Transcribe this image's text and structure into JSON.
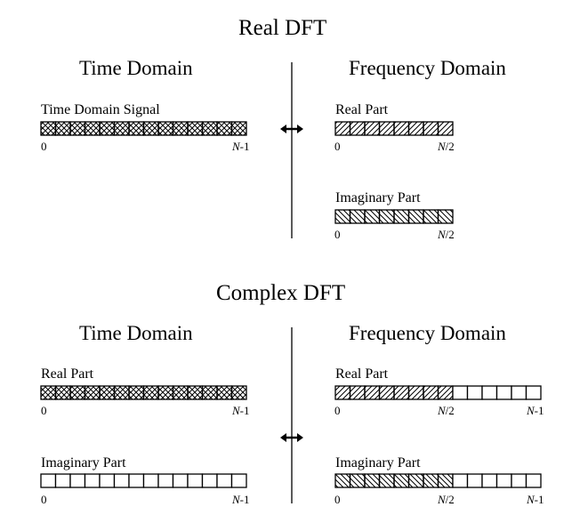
{
  "real_dft": {
    "title": "Real DFT",
    "time_heading": "Time Domain",
    "freq_heading": "Frequency Domain",
    "time_signal": {
      "label": "Time Domain Signal",
      "start": "0",
      "end_var": "N",
      "end_suffix": "-1",
      "cells": 14,
      "hatched": 14,
      "pattern": "crosshatch"
    },
    "freq_real": {
      "label": "Real Part",
      "start": "0",
      "end_var": "N",
      "end_suffix": "/2",
      "cells": 8,
      "hatched": 8,
      "pattern": "diagonal-right"
    },
    "freq_imag": {
      "label": "Imaginary Part",
      "start": "0",
      "end_var": "N",
      "end_suffix": "/2",
      "cells": 8,
      "hatched": 8,
      "pattern": "diagonal-left"
    }
  },
  "complex_dft": {
    "title": "Complex DFT",
    "time_heading": "Time Domain",
    "freq_heading": "Frequency Domain",
    "time_real": {
      "label": "Real Part",
      "start": "0",
      "end_var": "N",
      "end_suffix": "-1",
      "cells": 14,
      "hatched": 14,
      "pattern": "crosshatch"
    },
    "time_imag": {
      "label": "Imaginary Part",
      "start": "0",
      "end_var": "N",
      "end_suffix": "-1",
      "cells": 14,
      "hatched": 0,
      "pattern": "none"
    },
    "freq_real": {
      "label": "Real Part",
      "start": "0",
      "mid_var": "N",
      "mid_suffix": "/2",
      "end_var": "N",
      "end_suffix": "-1",
      "cells": 14,
      "hatched": 8,
      "pattern": "diagonal-right"
    },
    "freq_imag": {
      "label": "Imaginary Part",
      "start": "0",
      "mid_var": "N",
      "mid_suffix": "/2",
      "end_var": "N",
      "end_suffix": "-1",
      "cells": 14,
      "hatched": 8,
      "pattern": "diagonal-left"
    }
  }
}
